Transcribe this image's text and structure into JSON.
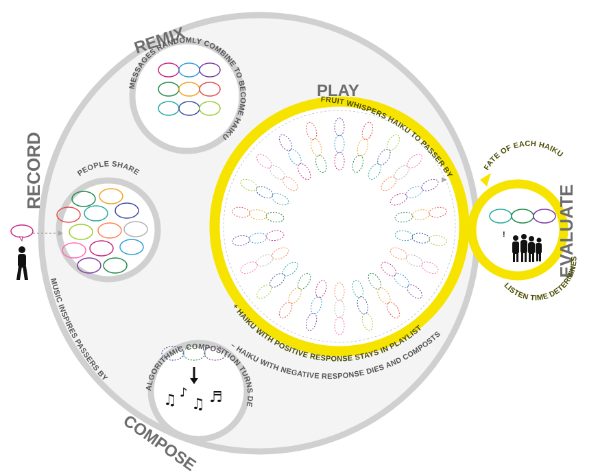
{
  "stages": {
    "remix": "REMIX",
    "play": "PLAY",
    "record": "RECORD",
    "evaluate": "EVALUATE",
    "compose": "COMPOSE"
  },
  "captions": {
    "remix_circle": "MESSAGES RANDOMLY COMBINE TO BECOME HAIKU",
    "people_share": "PEOPLE SHARE",
    "play_ring": "FRUIT WHISPERS HAIKU TO PASSER BY",
    "positive_response": "+ HAIKU WITH POSITIVE RESPONSE STAYS IN PLAYLIST",
    "negative_response": "– HAIKU WITH NEGATIVE RESPONSE DIES AND COMPOSTS",
    "evaluate_top": "FATE OF EACH HAIKU",
    "evaluate_bottom": "LISTEN TIME DETERMINES",
    "compose_circle": "ALGORITHMIC COMPOSITION TURNS DEAD HAIKU INTO MUSIC",
    "outer_ring": "MUSIC INSPIRES PASSERS BY",
    "exclamation": "!"
  },
  "colors": {
    "outer_ring": "#d0d0d0",
    "fill": "#f3f4f3",
    "yellow": "#f6e400",
    "text_grey": "#6d6d6d",
    "bubble_palette": [
      "#c8237f",
      "#2c9fd8",
      "#7b3aa0",
      "#1e8a4a",
      "#f2a01e",
      "#e54b4b",
      "#23a9a0",
      "#3d4aa8",
      "#9acd32",
      "#ff7f50",
      "#b0b0b0",
      "#ff69b4"
    ]
  },
  "icons": {
    "person": "standing-person-icon",
    "group": "group-of-people-icon",
    "arrow": "down-arrow-icon",
    "notes": "music-notes-icon"
  }
}
